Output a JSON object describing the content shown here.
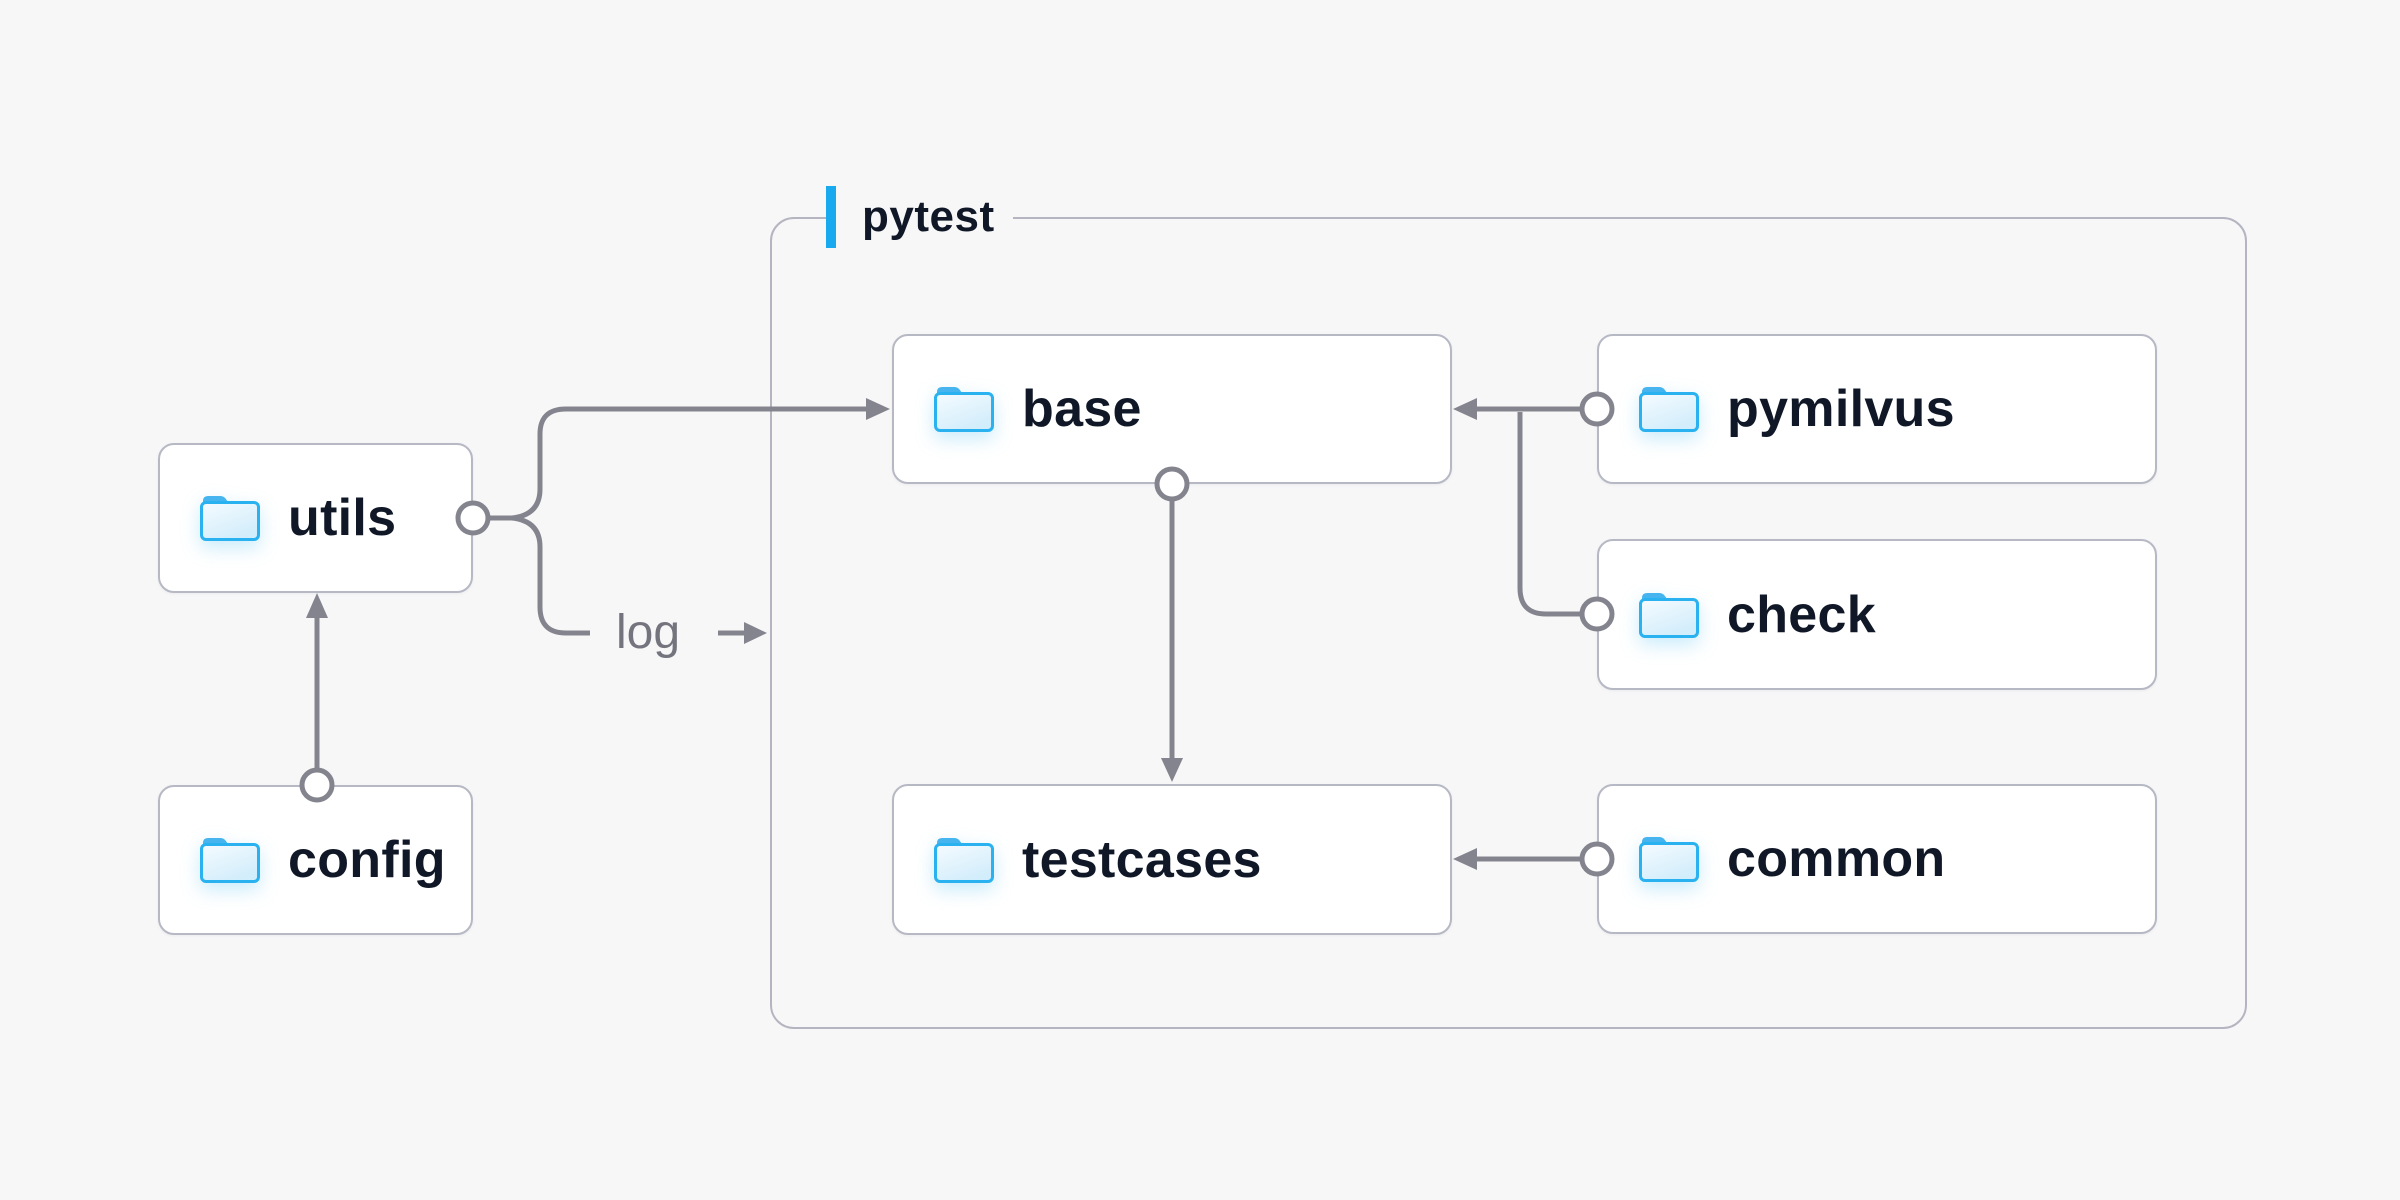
{
  "graph": {
    "container": {
      "label": "pytest"
    },
    "nodes": [
      {
        "id": "utils",
        "label": "utils",
        "inside_container": false
      },
      {
        "id": "config",
        "label": "config",
        "inside_container": false
      },
      {
        "id": "base",
        "label": "base",
        "inside_container": true
      },
      {
        "id": "pymilvus",
        "label": "pymilvus",
        "inside_container": true
      },
      {
        "id": "check",
        "label": "check",
        "inside_container": true
      },
      {
        "id": "testcases",
        "label": "testcases",
        "inside_container": true
      },
      {
        "id": "common",
        "label": "common",
        "inside_container": true
      }
    ],
    "edges": [
      {
        "from": "config",
        "to": "utils",
        "label": ""
      },
      {
        "from": "utils",
        "to": "base",
        "label": ""
      },
      {
        "from": "utils",
        "to": "pytest-container",
        "label": "log"
      },
      {
        "from": "pymilvus",
        "to": "base",
        "label": ""
      },
      {
        "from": "check",
        "to": "base",
        "label": ""
      },
      {
        "from": "base",
        "to": "testcases",
        "label": ""
      },
      {
        "from": "common",
        "to": "testcases",
        "label": ""
      }
    ]
  },
  "icons": {
    "node_icon": "folder-icon"
  },
  "colors": {
    "background": "#f7f7f8",
    "accent_blue": "#18a9ee",
    "folder_blue": "#2ab2f0",
    "folder_tab_blue": "#46b4ee",
    "node_text": "#101828",
    "connector_gray": "#84848e",
    "edge_label_gray": "#74747e",
    "border_gray": "#b6b8c4"
  }
}
